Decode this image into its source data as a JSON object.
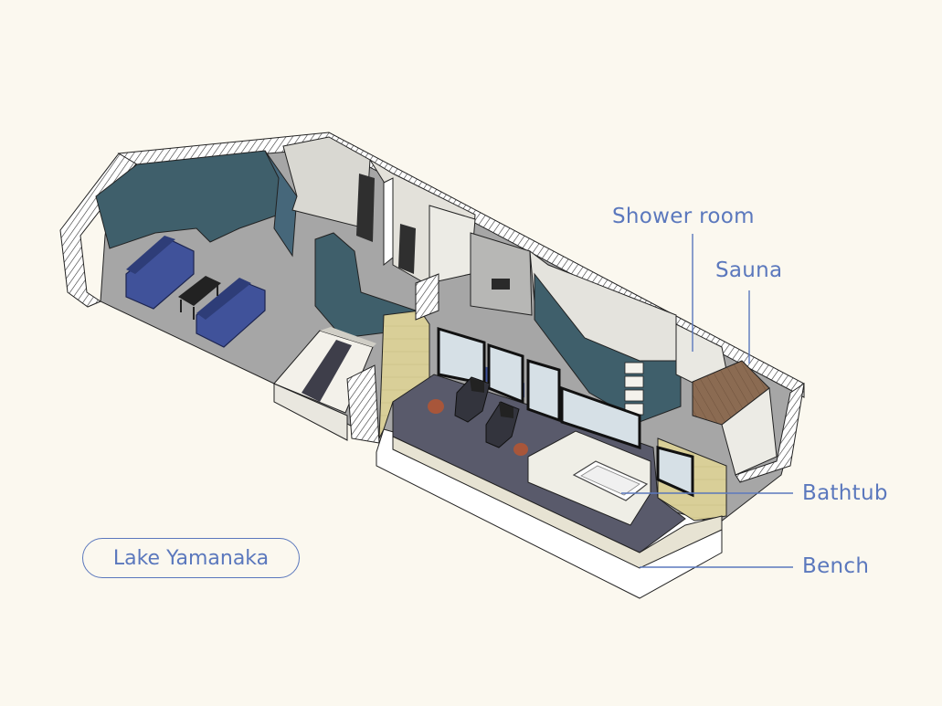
{
  "labels": {
    "shower_room": "Shower room",
    "sauna": "Sauna",
    "bathtub": "Bathtub",
    "bench": "Bench"
  },
  "location": "Lake Yamanaka",
  "colors": {
    "background": "#fbf8ef",
    "label_accent": "#5b78bd",
    "wall_teal": "#3f5f6b",
    "floor_grey": "#a6a6a6",
    "deck_floor": "#595a6b",
    "sofa_blue": "#40529a",
    "tatami_yellow": "#d9cf98",
    "wood_sauna": "#8b6b52"
  },
  "icons": {
    "chair": "lounge-chair-icon",
    "sofa": "sofa-icon",
    "bed": "bed-icon",
    "tub": "bathtub-icon"
  }
}
